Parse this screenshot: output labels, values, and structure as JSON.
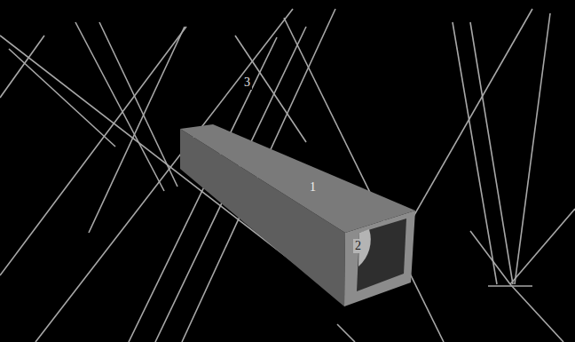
{
  "diagram": {
    "labels": [
      "3",
      "1",
      "2"
    ]
  }
}
